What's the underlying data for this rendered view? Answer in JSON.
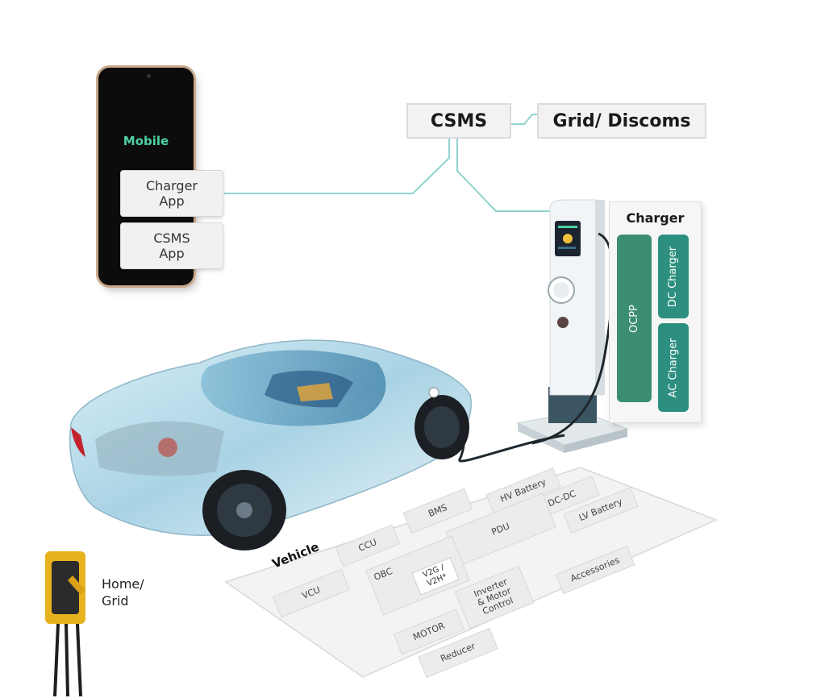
{
  "top": {
    "csms": "CSMS",
    "grid": "Grid/ Discoms"
  },
  "phone": {
    "title": "Mobile",
    "apps": [
      "Charger\nApp",
      "CSMS\nApp"
    ]
  },
  "charger": {
    "title": "Charger",
    "columns": [
      "OCPP",
      "DC Charger",
      "AC Charger"
    ]
  },
  "home": {
    "label": "Home/\nGrid"
  },
  "vehicle": {
    "label": "Vehicle",
    "modules": {
      "hv_battery": "HV Battery",
      "dc_dc": "DC-DC",
      "lv_battery": "LV Battery",
      "bms": "BMS",
      "pdu": "PDU",
      "ccu": "CCU",
      "obc": "OBC",
      "v2g": "V2G /\nV2H*",
      "inverter": "Inverter\n& Motor\nControl",
      "accessories": "Accessories",
      "vcu": "VCU",
      "motor": "MOTOR",
      "reducer": "Reducer"
    }
  },
  "colors": {
    "accent_line": "#8fd3cf",
    "teal_dark": "#2e8a78",
    "teal_mid": "#2f9a86",
    "mobile_text": "#4fd1a1",
    "box_fill": "#f2f2f2"
  }
}
